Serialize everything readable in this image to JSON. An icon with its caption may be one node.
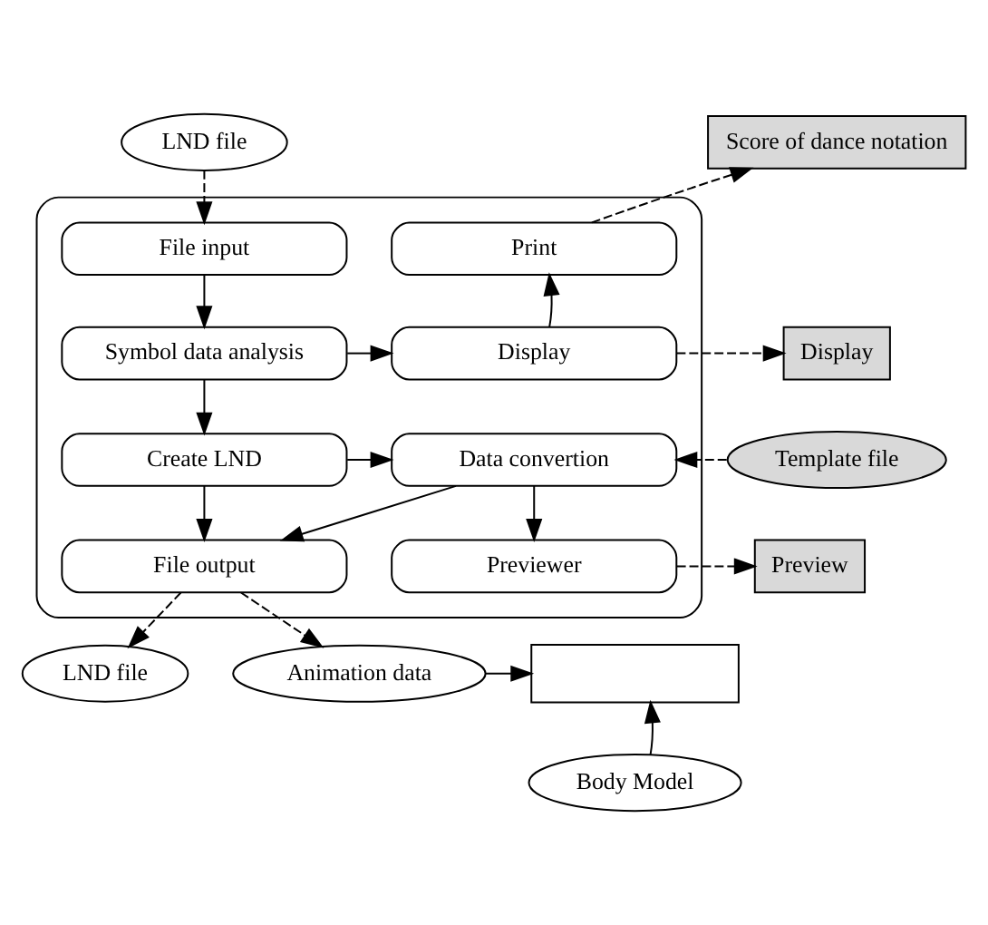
{
  "diagram": {
    "nodes": [
      {
        "text": [
          "LND file"
        ]
      },
      {
        "text": [
          "Score of dance notation"
        ]
      },
      {
        "text": [],
        "shape": "box"
      },
      {
        "text": [
          "File input"
        ],
        "in": 2
      },
      {
        "text": [
          "Print"
        ],
        "in": 2
      },
      {
        "text": [
          "Symbol data analysis"
        ],
        "in": 2
      },
      {
        "text": [
          "Display"
        ],
        "in": 2
      },
      {
        "text": [
          "Display"
        ]
      },
      {
        "text": [
          "Create LND"
        ],
        "in": 2
      },
      {
        "text": [
          "Data convertion"
        ],
        "in": 2
      },
      {
        "text": [
          "Template file"
        ]
      },
      {
        "text": [
          "File output"
        ],
        "in": 2
      },
      {
        "text": [
          "Previewer"
        ],
        "in": 2
      },
      {
        "text": [
          "Preview"
        ]
      },
      {
        "text": [
          "LND file"
        ]
      },
      {
        "text": [
          "Animation data"
        ]
      },
      {
        "text": [],
        "shape": "box"
      },
      {
        "text": [
          "Body Model"
        ]
      }
    ],
    "edges": [
      {
        "from": 0,
        "to": 3,
        "arrow": "to",
        "style": "dashed"
      },
      {
        "from": 3,
        "to": 5,
        "arrow": "to"
      },
      {
        "from": 5,
        "to": 6,
        "arrow": "to"
      },
      {
        "from": 6,
        "to": 4,
        "arrow": "to"
      },
      {
        "from": 4,
        "to": 1,
        "arrow": "to",
        "style": "dashed"
      },
      {
        "from": 6,
        "to": 7,
        "arrow": "to",
        "style": "dashed"
      },
      {
        "from": 5,
        "to": 8,
        "arrow": "to"
      },
      {
        "from": 8,
        "to": 9,
        "arrow": "to"
      },
      {
        "from": 10,
        "to": 9,
        "arrow": "to",
        "style": "dashed"
      },
      {
        "from": 8,
        "to": 11,
        "arrow": "to"
      },
      {
        "from": 9,
        "to": 11,
        "arrow": "to"
      },
      {
        "from": 9,
        "to": 12,
        "arrow": "to"
      },
      {
        "from": 12,
        "to": 13,
        "arrow": "to",
        "style": "dashed"
      },
      {
        "from": 11,
        "to": 14,
        "arrow": "to",
        "style": "dashed"
      },
      {
        "from": 11,
        "to": 15,
        "arrow": "to",
        "style": "dashed"
      },
      {
        "from": 15,
        "to": 16,
        "arrow": "to"
      },
      {
        "from": 17,
        "to": 16,
        "arrow": "to"
      }
    ]
  }
}
